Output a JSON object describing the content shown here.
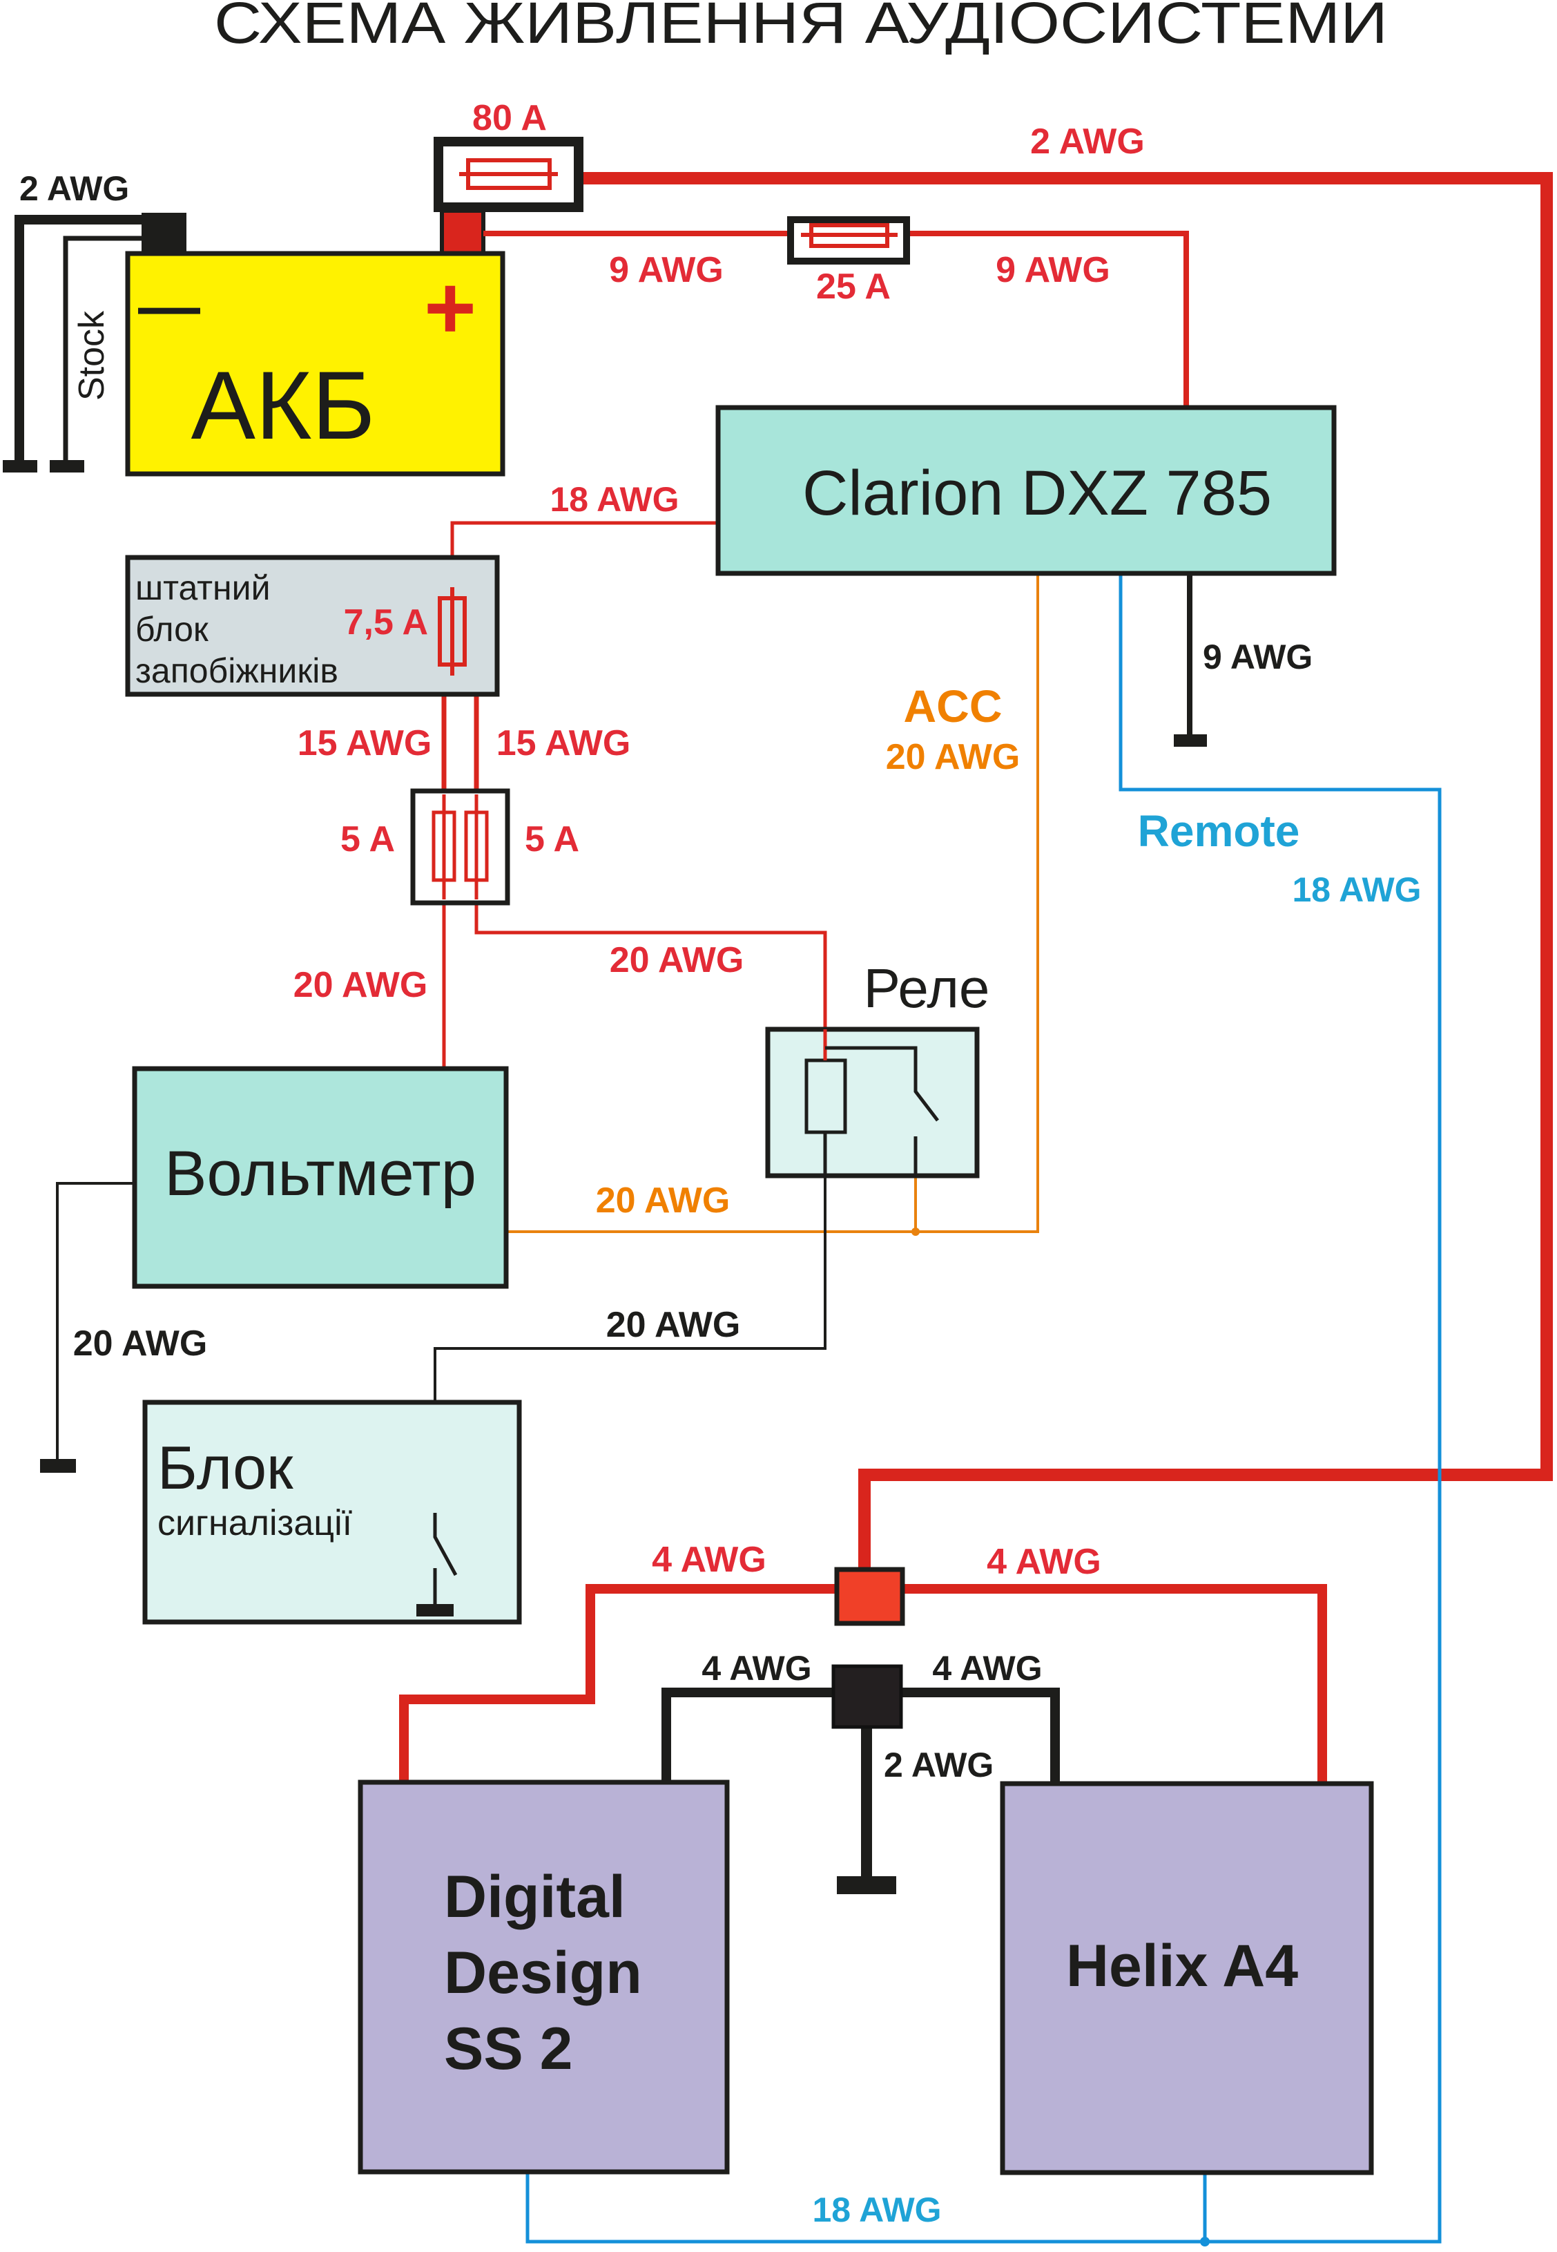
{
  "title": "СХЕМА ЖИВЛЕННЯ АУДІОСИСТЕМИ",
  "colors": {
    "positive_wire": "#d9251d",
    "ground_wire": "#1d1d1b",
    "acc_wire": "#e9820e",
    "remote_wire": "#1490d9",
    "battery_fill": "#fff200",
    "head_unit_fill": "#a8e5da",
    "fuse_block_fill": "#d4dde0",
    "relay_fill": "#ddf3f0",
    "amp_fill": "#b9b2d6",
    "junction_positive": "#f04028",
    "junction_ground": "#231f20"
  },
  "components": {
    "battery": {
      "label": "АКБ",
      "minus": "—",
      "plus": "+"
    },
    "main_fuse": {
      "rating": "80 A"
    },
    "head_unit_fuse": {
      "rating": "25 A"
    },
    "head_unit": {
      "label": "Clarion DXZ 785"
    },
    "stock_fuse_block": {
      "line1": "штатний",
      "line2": "блок",
      "line3": "запобіжників",
      "rating": "7,5 A"
    },
    "dual_fuse": {
      "left_rating": "5 A",
      "right_rating": "5 A"
    },
    "voltmeter": {
      "label": "Вольтметр"
    },
    "relay": {
      "label": "Реле"
    },
    "alarm_unit": {
      "line1": "Блок",
      "line2": "сигналізації"
    },
    "amp_left": {
      "line1": "Digital",
      "line2": "Design",
      "line3": "SS 2"
    },
    "amp_right": {
      "label": "Helix A4"
    }
  },
  "wire_labels": {
    "battery_ground": "2 AWG",
    "stock_ground": "Stock",
    "main_power": "2 AWG",
    "head_unit_feed_left": "9 AWG",
    "head_unit_feed_right": "9 AWG",
    "head_unit_ground": "9 AWG",
    "head_unit_to_fuse_block": "18 AWG",
    "fuse_block_out_left": "15 AWG",
    "fuse_block_out_right": "15 AWG",
    "voltmeter_feed": "20 AWG",
    "relay_feed": "20 AWG",
    "acc_title": "ACC",
    "acc_gauge": "20 AWG",
    "relay_to_voltmeter": "20 AWG",
    "relay_to_alarm": "20 AWG",
    "voltmeter_ground": "20 AWG",
    "remote_title": "Remote",
    "remote_gauge": "18 AWG",
    "amp_power_left": "4 AWG",
    "amp_power_right": "4 AWG",
    "amp_ground_left": "4 AWG",
    "amp_ground_right": "4 AWG",
    "amp_ground_main": "2 AWG",
    "amp_remote": "18 AWG"
  }
}
